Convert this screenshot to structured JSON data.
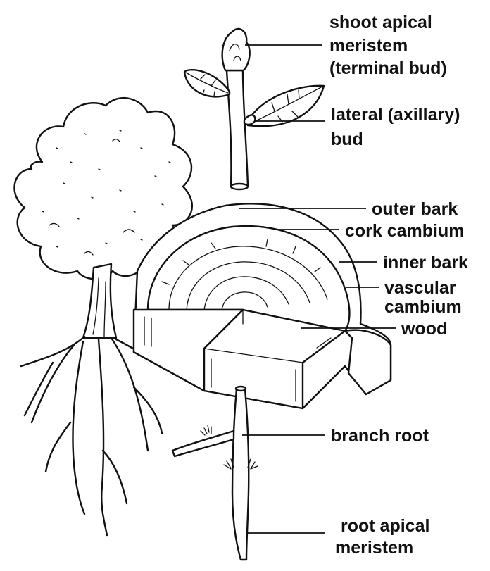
{
  "labels": {
    "shoot_apical_meristem": [
      "shoot apical",
      "meristem",
      "(terminal bud)"
    ],
    "lateral_bud": [
      "lateral (axillary)",
      "bud"
    ],
    "outer_bark": "outer bark",
    "cork_cambium": "cork cambium",
    "inner_bark": "inner bark",
    "vascular_cambium": [
      "vascular",
      "cambium"
    ],
    "wood": "wood",
    "branch_root": "branch root",
    "root_apical_meristem": [
      "root apical",
      "meristem"
    ]
  }
}
